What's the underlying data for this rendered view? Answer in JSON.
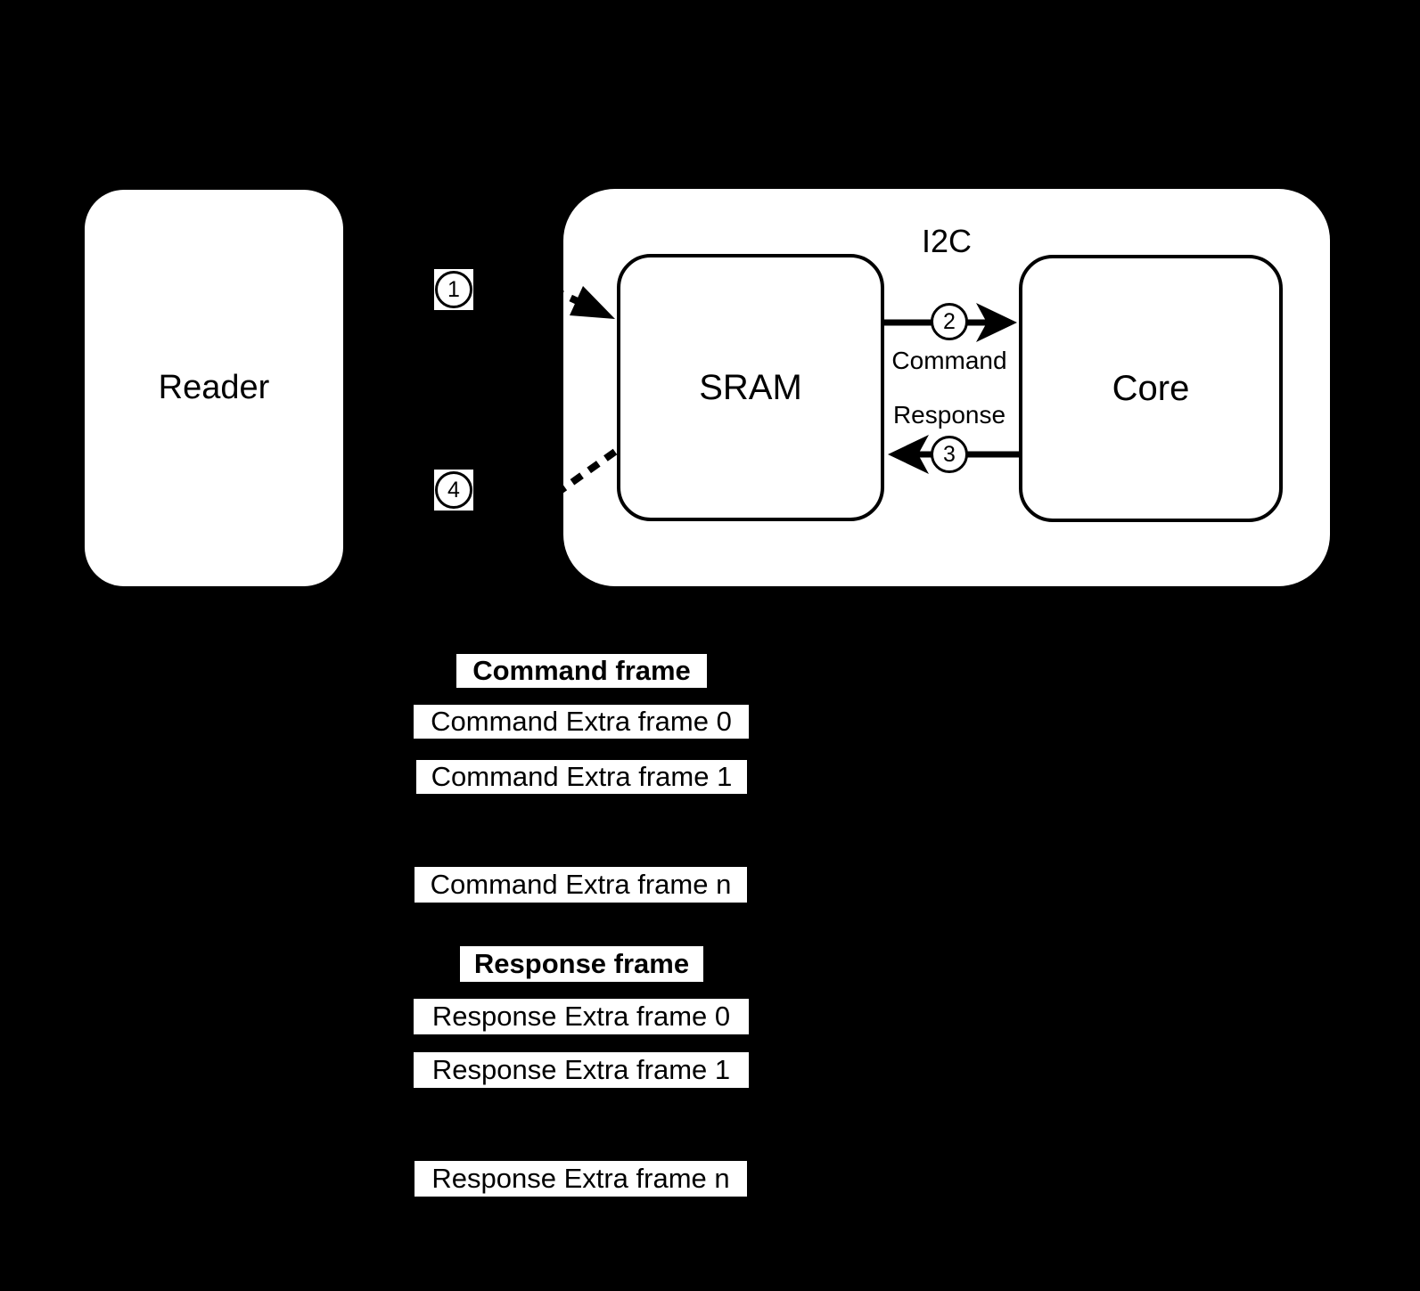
{
  "diagram": {
    "reader": {
      "label": "Reader"
    },
    "i2c": {
      "label": "I2C"
    },
    "sram": {
      "label": "SRAM"
    },
    "core": {
      "label": "Core"
    },
    "bus": {
      "command_label": "Command",
      "response_label": "Response"
    },
    "steps": {
      "s1": "1",
      "s2": "2",
      "s3": "3",
      "s4": "4"
    }
  },
  "frames": {
    "command": {
      "header": "Command frame",
      "rows": [
        "Command Extra frame 0",
        "Command Extra frame 1",
        "Command Extra frame n"
      ]
    },
    "response": {
      "header": "Response frame",
      "rows": [
        "Response Extra frame 0",
        "Response Extra frame 1",
        "Response Extra frame n"
      ]
    }
  },
  "colors": {
    "background": "#000000",
    "shape_fill": "#ffffff",
    "stroke": "#000000"
  }
}
